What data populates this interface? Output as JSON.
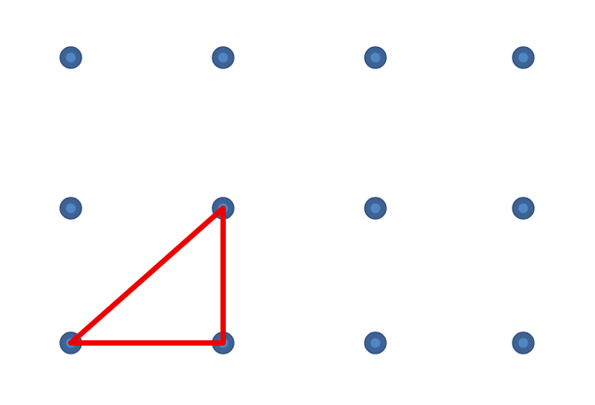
{
  "diagram": {
    "grid": {
      "columns": 4,
      "rows": 3
    },
    "dot_style": {
      "outer_color": "#3f6294",
      "inner_color": "#4f86c6",
      "outline_color": "#2f4f7f"
    },
    "triangle": {
      "vertices": [
        {
          "col": 0,
          "row": 2
        },
        {
          "col": 1,
          "row": 1
        },
        {
          "col": 1,
          "row": 2
        }
      ],
      "stroke_color": "#ee0000"
    }
  }
}
